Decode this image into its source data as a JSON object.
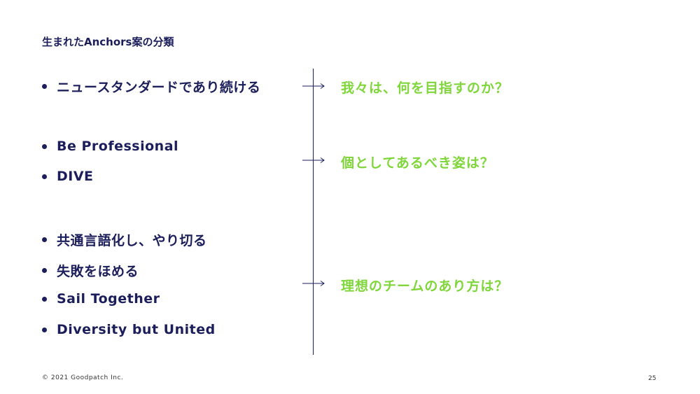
{
  "slide": {
    "title": "生まれたAnchors案の分類",
    "groups": [
      {
        "items": [
          "ニュースタンダードであり続ける"
        ],
        "question": "我々は、何を目指すのか？"
      },
      {
        "items": [
          "Be Professional",
          "DIVE"
        ],
        "question": "個としてあるべき姿は？"
      },
      {
        "items": [
          "共通言語化し、やり切る",
          "失敗をほめる",
          "Sail Together",
          "Diversity but United"
        ],
        "question": "理想のチームのあり方は？"
      }
    ],
    "footer": {
      "copyright": "© 2021 Goodpatch Inc.",
      "page_number": "25"
    }
  },
  "colors": {
    "navy": "#1b1e5a",
    "green": "#7fd63a"
  }
}
